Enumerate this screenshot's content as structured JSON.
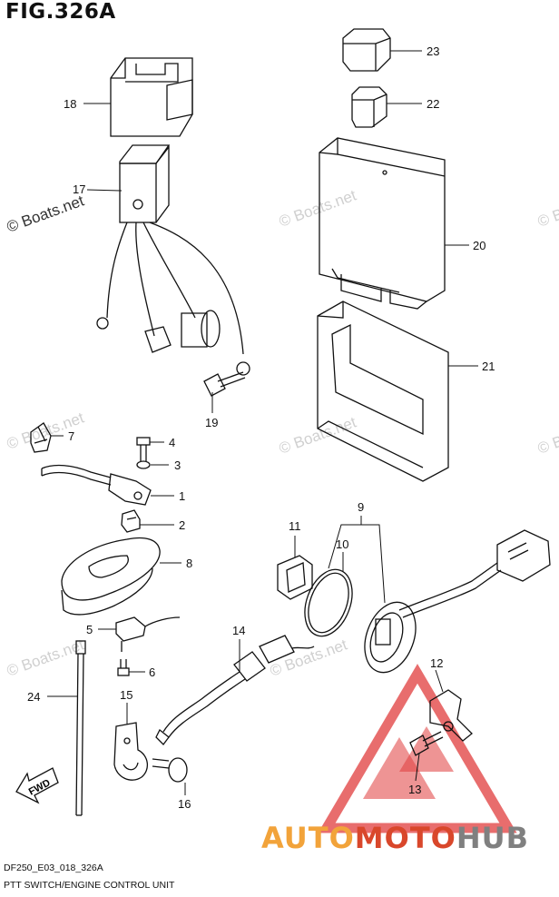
{
  "figure": {
    "title": "FIG.326A"
  },
  "footer": {
    "code": "DF250_E03_018_326A",
    "caption": "PTT SWITCH/ENGINE CONTROL UNIT"
  },
  "watermark": {
    "text": "© Boats.net",
    "text_dark": "© Boats.net"
  },
  "brand": {
    "part1": "AUTO",
    "part2": "MOTO",
    "part3": "HUB"
  },
  "colors": {
    "triangle": "#e03c3c",
    "brand_orange": "#f2a33a",
    "brand_red": "#d9472b",
    "brand_gray": "#808080"
  },
  "callouts": {
    "p1": "1",
    "p2": "2",
    "p3": "3",
    "p4": "4",
    "p5": "5",
    "p6": "6",
    "p7": "7",
    "p8": "8",
    "p9": "9",
    "p10": "10",
    "p11": "11",
    "p12": "12",
    "p13": "13",
    "p14": "14",
    "p15": "15",
    "p16": "16",
    "p17": "17",
    "p18": "18",
    "p19": "19",
    "p20": "20",
    "p21": "21",
    "p22": "22",
    "p23": "23",
    "p24": "24"
  },
  "fwd_label": "FWD"
}
